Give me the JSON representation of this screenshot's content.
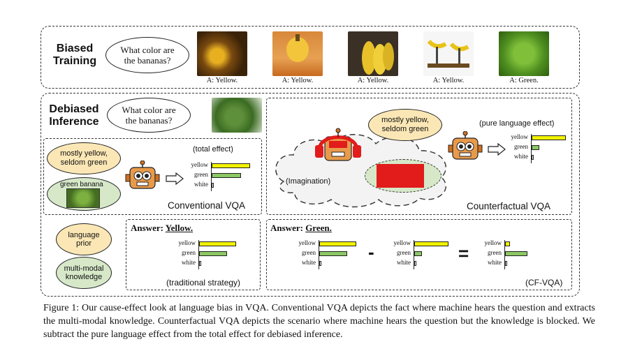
{
  "biased_training": {
    "title_line1": "Biased",
    "title_line2": "Training",
    "question": "What color are the bananas?",
    "images": [
      {
        "caption": "A: Yellow."
      },
      {
        "caption": "A: Yellow."
      },
      {
        "caption": "A: Yellow."
      },
      {
        "caption": "A: Yellow."
      },
      {
        "caption": "A: Green."
      }
    ]
  },
  "debiased_inference": {
    "title_line1": "Debiased",
    "title_line2": "Inference",
    "question": "What color are the bananas?"
  },
  "conventional": {
    "prior_bubble": "mostly yellow, seldom green",
    "knowledge_bubble": "green banana",
    "effect_label": "(total effect)",
    "title": "Conventional VQA",
    "bars": [
      {
        "label": "yellow",
        "value": 0.95,
        "color": "#f2f200"
      },
      {
        "label": "green",
        "value": 0.72,
        "color": "#8cc864"
      },
      {
        "label": "white",
        "value": 0.05,
        "color": "#ffffff"
      }
    ]
  },
  "counterfactual": {
    "prior_bubble": "mostly yellow, seldom green",
    "effect_label": "(pure language effect)",
    "imagination_label": "(Imagination)",
    "title": "Counterfactual VQA",
    "bars": [
      {
        "label": "yellow",
        "value": 0.95,
        "color": "#f2f200"
      },
      {
        "label": "green",
        "value": 0.22,
        "color": "#8cc864"
      },
      {
        "label": "white",
        "value": 0.05,
        "color": "#ffffff"
      }
    ]
  },
  "legend": {
    "language_prior": "language prior",
    "multimodal_knowledge": "multi-modal knowledge"
  },
  "traditional": {
    "answer_prefix": "Answer:",
    "answer_value": "Yellow.",
    "strategy": "(traditional strategy)",
    "bars": [
      {
        "label": "yellow",
        "value": 0.95,
        "color": "#f2f200"
      },
      {
        "label": "green",
        "value": 0.72,
        "color": "#8cc864"
      },
      {
        "label": "white",
        "value": 0.05,
        "color": "#ffffff"
      }
    ]
  },
  "cfvqa": {
    "answer_prefix": "Answer:",
    "answer_value": "Green.",
    "strategy": "(CF-VQA)",
    "minus": "-",
    "equals": "=",
    "total": [
      {
        "label": "yellow",
        "value": 0.95,
        "color": "#f2f200"
      },
      {
        "label": "green",
        "value": 0.72,
        "color": "#8cc864"
      },
      {
        "label": "white",
        "value": 0.05,
        "color": "#ffffff"
      }
    ],
    "language": [
      {
        "label": "yellow",
        "value": 0.95,
        "color": "#f2f200"
      },
      {
        "label": "green",
        "value": 0.22,
        "color": "#8cc864"
      },
      {
        "label": "white",
        "value": 0.05,
        "color": "#ffffff"
      }
    ],
    "result": [
      {
        "label": "yellow",
        "value": 0.12,
        "color": "#f2f200"
      },
      {
        "label": "green",
        "value": 0.58,
        "color": "#8cc864"
      },
      {
        "label": "white",
        "value": 0.02,
        "color": "#ffffff"
      }
    ]
  },
  "figure_caption": "Figure 1: Our cause-effect look at language bias in VQA. Conventional VQA depicts the fact where machine hears the question and extracts the multi-modal knowledge. Counterfactual VQA depicts the scenario where machine hears the question but the knowledge is blocked. We subtract the pure language effect from the total effect for debiased inference."
}
